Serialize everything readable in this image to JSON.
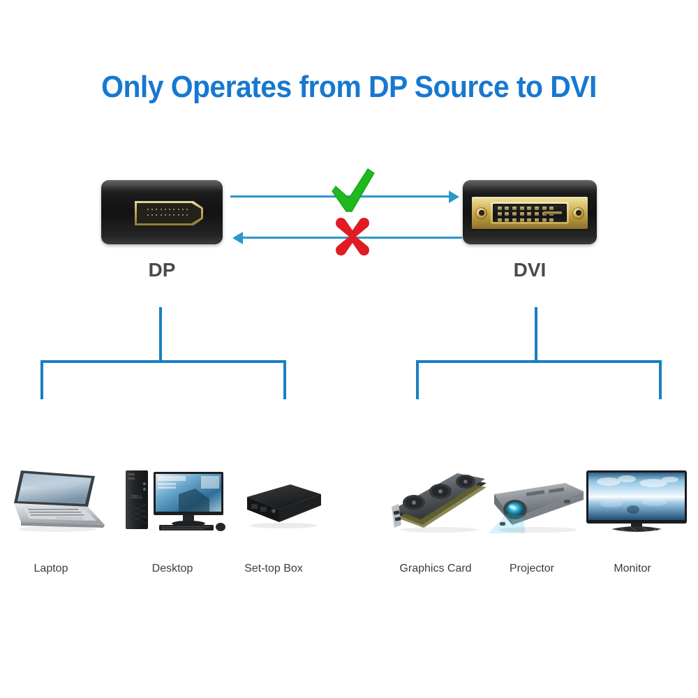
{
  "title": "Only Operates from DP Source to DVI",
  "colors": {
    "title_blue": "#1778d0",
    "arrow_blue": "#2b97ce",
    "bracket_blue": "#1a7fc1",
    "check_green": "#1fb81f",
    "cross_red": "#e01b24",
    "label_gray": "#3c3c3c",
    "port_label_gray": "#4a4a4a",
    "connector_black": "#141414",
    "connector_gold": "#c9aa51",
    "background": "#ffffff"
  },
  "connectors": {
    "source": {
      "label": "DP",
      "icon": "displayport-connector-icon",
      "pin_rows": 2,
      "pin_columns": 10
    },
    "sink": {
      "label": "DVI",
      "icon": "dvi-connector-icon",
      "pin_rows": 3,
      "pin_columns": 8,
      "screws": 2
    }
  },
  "arrows": {
    "forward": {
      "direction": "right",
      "from": "DP",
      "to": "DVI",
      "status_icon": "green-check-icon",
      "supported": "yes"
    },
    "reverse": {
      "direction": "left",
      "from": "DVI",
      "to": "DP",
      "status_icon": "red-cross-icon",
      "supported": "no"
    }
  },
  "source_devices": [
    {
      "label": "Laptop",
      "icon": "laptop-icon"
    },
    {
      "label": "Desktop",
      "icon": "desktop-computer-icon"
    },
    {
      "label": "Set-top Box",
      "icon": "set-top-box-icon"
    }
  ],
  "sink_devices": [
    {
      "label": "Graphics Card",
      "icon": "graphics-card-icon"
    },
    {
      "label": "Projector",
      "icon": "projector-icon"
    },
    {
      "label": "Monitor",
      "icon": "monitor-icon"
    }
  ]
}
